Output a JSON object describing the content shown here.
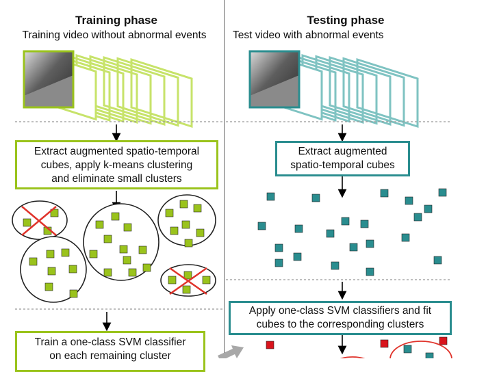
{
  "training": {
    "title": "Training phase",
    "subtitle": "Training video without abnormal events",
    "step1": [
      "Extract augmented spatio-temporal",
      "cubes, apply k-means clustering",
      "and eliminate small clusters"
    ],
    "step2": [
      "Train a one-class SVM classifier",
      "on each remaining cluster"
    ]
  },
  "testing": {
    "title": "Testing phase",
    "subtitle": "Test video with abnormal events",
    "step1": [
      "Extract augmented",
      "spatio-temporal cubes"
    ],
    "step2": [
      "Apply one-class SVM classifiers and fit",
      "cubes to the corresponding clusters"
    ]
  },
  "colors": {
    "training_accent": "#9ac31c",
    "training_frame": "#c7e36a",
    "testing_accent": "#2a8d8f",
    "testing_frame": "#7fc3c2",
    "rejected_cross": "#e0332b",
    "abnormal_cube": "#d9141c",
    "divider": "#999999"
  }
}
